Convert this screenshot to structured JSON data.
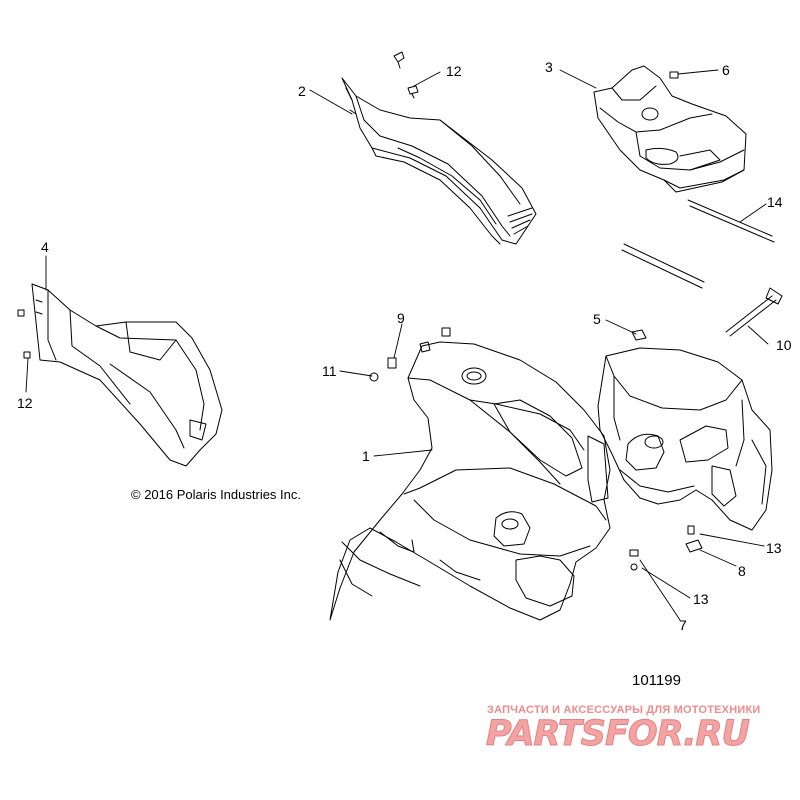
{
  "diagram": {
    "callouts": {
      "c1": "1",
      "c2": "2",
      "c3": "3",
      "c4": "4",
      "c5": "5",
      "c6": "6",
      "c7": "7",
      "c8": "8",
      "c9": "9",
      "c10": "10",
      "c11": "11",
      "c12a": "12",
      "c12b": "12",
      "c13a": "13",
      "c13b": "13",
      "c14": "14"
    },
    "copyright": "© 2016 Polaris Industries Inc.",
    "doc_number": "101199"
  },
  "watermark": {
    "tagline": "ЗАПЧАСТИ И АКСЕССУАРЫ ДЛЯ МОТОТЕХНИКИ",
    "brand": "PARTSFOR.RU"
  },
  "colors": {
    "line": "#000000",
    "watermark": "#f2a3a3"
  }
}
